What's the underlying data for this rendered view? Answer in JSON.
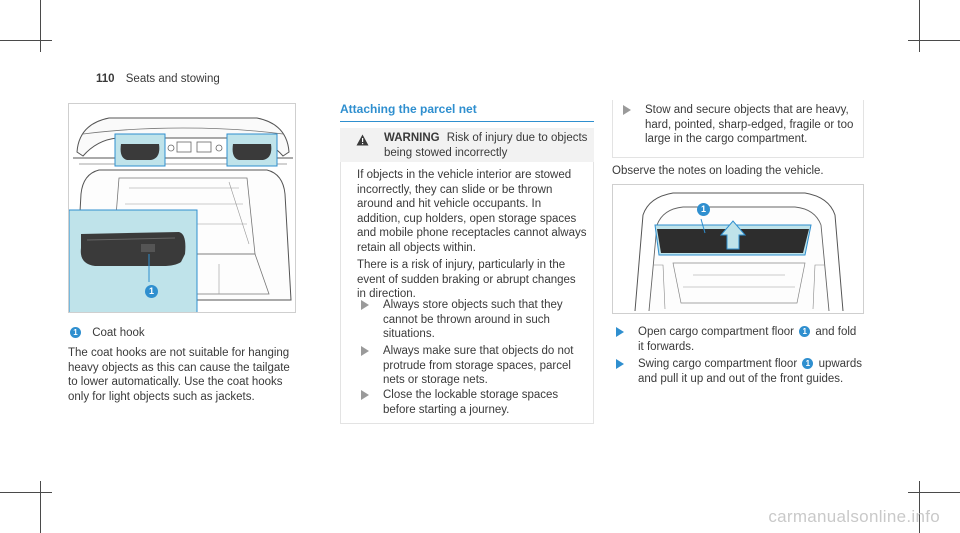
{
  "header": {
    "page_number": "110",
    "section": "Seats and stowing"
  },
  "left": {
    "legend_number": "1",
    "legend_label": "Coat hook",
    "paragraph": "The coat hooks are not suitable for hanging heavy objects as this can cause the tailgate to lower automatically. Use the coat hooks only for light objects such as jackets."
  },
  "middle": {
    "title": "Attaching the parcel net",
    "warning_label": "WARNING",
    "warning_text_1": "Risk of injury due to objects",
    "warning_text_2": "being stowed incorrectly",
    "para1": "If objects in the vehicle interior are stowed incorrectly, they can slide or be thrown around and hit vehicle occupants. In addition, cup holders, open storage spaces and mobile phone receptacles cannot always retain all objects within.",
    "para2": "There is a risk of injury, particularly in the event of sudden braking or abrupt changes in direction.",
    "bullets": [
      "Always store objects such that they cannot be thrown around in such situations.",
      "Always make sure that objects do not protrude from storage spaces, parcel nets or storage nets.",
      "Close the lockable storage spaces before starting a journey."
    ]
  },
  "right": {
    "top_bullet": "Stow and secure objects that are heavy, hard, pointed, sharp-edged, fragile or too large in the cargo compartment.",
    "note": "Observe the notes on loading the vehicle.",
    "figure_callout": "1",
    "step1_pre": "Open cargo compartment floor",
    "step1_num": "1",
    "step1_post": "and fold it forwards.",
    "step2_pre": "Swing cargo compartment floor",
    "step2_num": "1",
    "step2_post": "upwards and pull it up and out of the front guides."
  },
  "figure_left": {
    "callout": "1"
  },
  "watermark": "carmanualsonline.info",
  "colors": {
    "accent": "#2f8fcf",
    "highlight": "#bfe3ea",
    "warning_bg": "#f2f2f2"
  }
}
